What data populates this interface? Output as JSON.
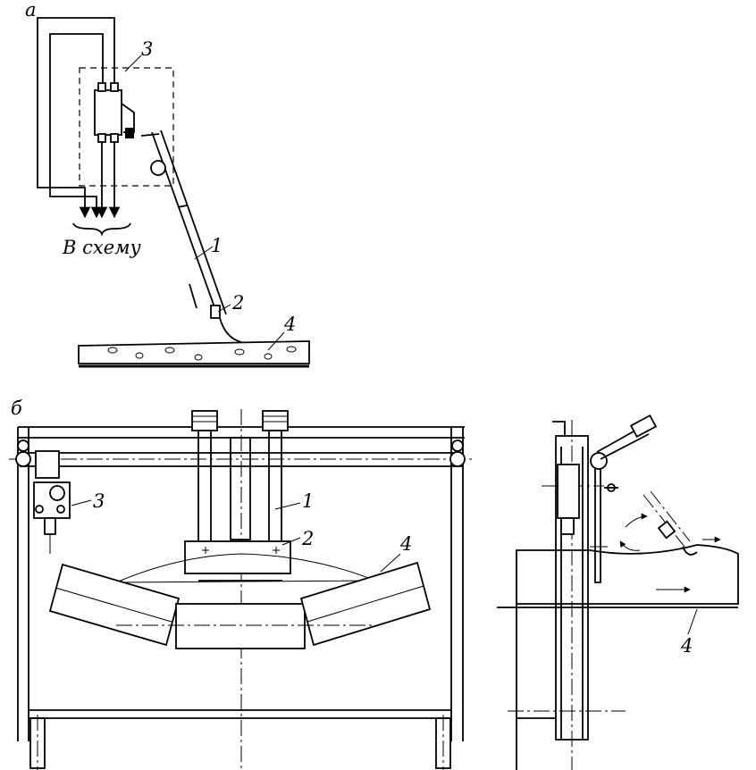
{
  "panel_a": {
    "panel_label": "а",
    "to_circuit_label": "В схему",
    "callouts": {
      "c1": "1",
      "c2": "2",
      "c3": "3",
      "c4": "4"
    }
  },
  "panel_b": {
    "panel_label": "б",
    "callouts": {
      "c1": "1",
      "c2": "2",
      "c3": "3",
      "c4": "4"
    }
  },
  "side_view": {
    "callouts": {
      "c4": "4"
    }
  }
}
